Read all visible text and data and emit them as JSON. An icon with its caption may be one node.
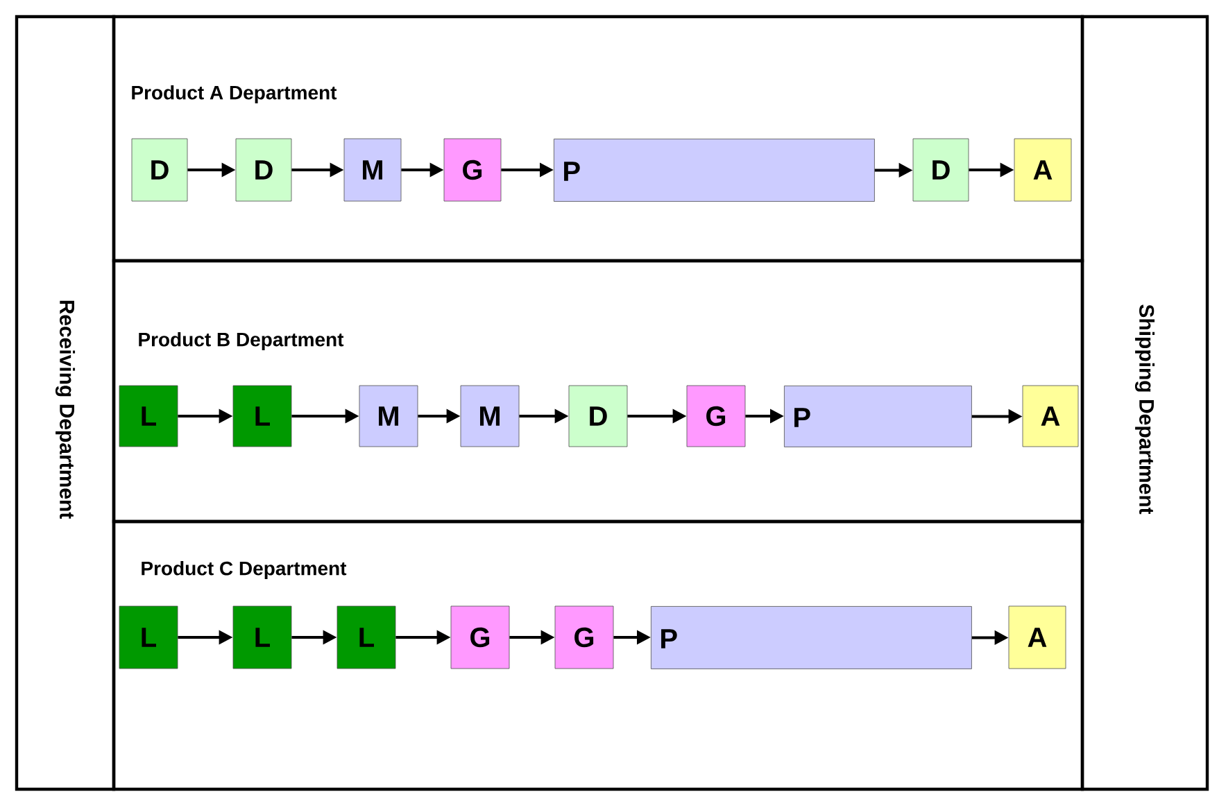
{
  "diagram": {
    "nodes": [
      {
        "text": [
          "Receiving  Department"
        ]
      },
      {
        "text": [
          "Product A  Department"
        ]
      },
      {
        "text": [
          "D"
        ],
        "in": 1
      },
      {
        "text": [
          "D"
        ],
        "in": 1
      },
      {
        "text": [
          "M"
        ],
        "in": 1
      },
      {
        "text": [
          "G"
        ],
        "in": 1
      },
      {
        "text": [
          "P"
        ],
        "in": 1
      },
      {
        "text": [
          "D"
        ],
        "in": 1
      },
      {
        "text": [
          "A"
        ],
        "in": 1
      },
      {
        "text": [
          "Product B  Department"
        ]
      },
      {
        "text": [
          "L"
        ],
        "in": 9
      },
      {
        "text": [
          "L"
        ],
        "in": 9
      },
      {
        "text": [
          "M"
        ],
        "in": 9
      },
      {
        "text": [
          "M"
        ],
        "in": 9
      },
      {
        "text": [
          "D"
        ],
        "in": 9
      },
      {
        "text": [
          "G"
        ],
        "in": 9
      },
      {
        "text": [
          "P"
        ],
        "in": 9
      },
      {
        "text": [
          "A"
        ],
        "in": 9
      },
      {
        "text": [
          "Product C Department"
        ]
      },
      {
        "text": [
          "L"
        ],
        "in": 18
      },
      {
        "text": [
          "L"
        ],
        "in": 18
      },
      {
        "text": [
          "L"
        ],
        "in": 18
      },
      {
        "text": [
          "G"
        ],
        "in": 18
      },
      {
        "text": [
          "G"
        ],
        "in": 18
      },
      {
        "text": [
          "P"
        ],
        "in": 18
      },
      {
        "text": [
          "A"
        ],
        "in": 18
      },
      {
        "text": [
          "Shipping  Department"
        ]
      }
    ],
    "edges": [
      {
        "from": 2,
        "to": 3,
        "arrow": "to"
      },
      {
        "from": 3,
        "to": 4,
        "arrow": "to"
      },
      {
        "from": 4,
        "to": 5,
        "arrow": "to"
      },
      {
        "from": 5,
        "to": 6,
        "arrow": "to"
      },
      {
        "from": 6,
        "to": 7,
        "arrow": "to"
      },
      {
        "from": 7,
        "to": 8,
        "arrow": "to"
      },
      {
        "from": 10,
        "to": 11,
        "arrow": "to"
      },
      {
        "from": 11,
        "to": 12,
        "arrow": "to"
      },
      {
        "from": 12,
        "to": 13,
        "arrow": "to"
      },
      {
        "from": 13,
        "to": 14,
        "arrow": "to"
      },
      {
        "from": 14,
        "to": 15,
        "arrow": "to"
      },
      {
        "from": 15,
        "to": 16,
        "arrow": "to"
      },
      {
        "from": 16,
        "to": 17,
        "arrow": "to"
      },
      {
        "from": 19,
        "to": 20,
        "arrow": "to"
      },
      {
        "from": 20,
        "to": 21,
        "arrow": "to"
      },
      {
        "from": 21,
        "to": 22,
        "arrow": "to"
      },
      {
        "from": 22,
        "to": 23,
        "arrow": "to"
      },
      {
        "from": 23,
        "to": 24,
        "arrow": "to"
      },
      {
        "from": 24,
        "to": 25,
        "arrow": "to"
      }
    ]
  }
}
